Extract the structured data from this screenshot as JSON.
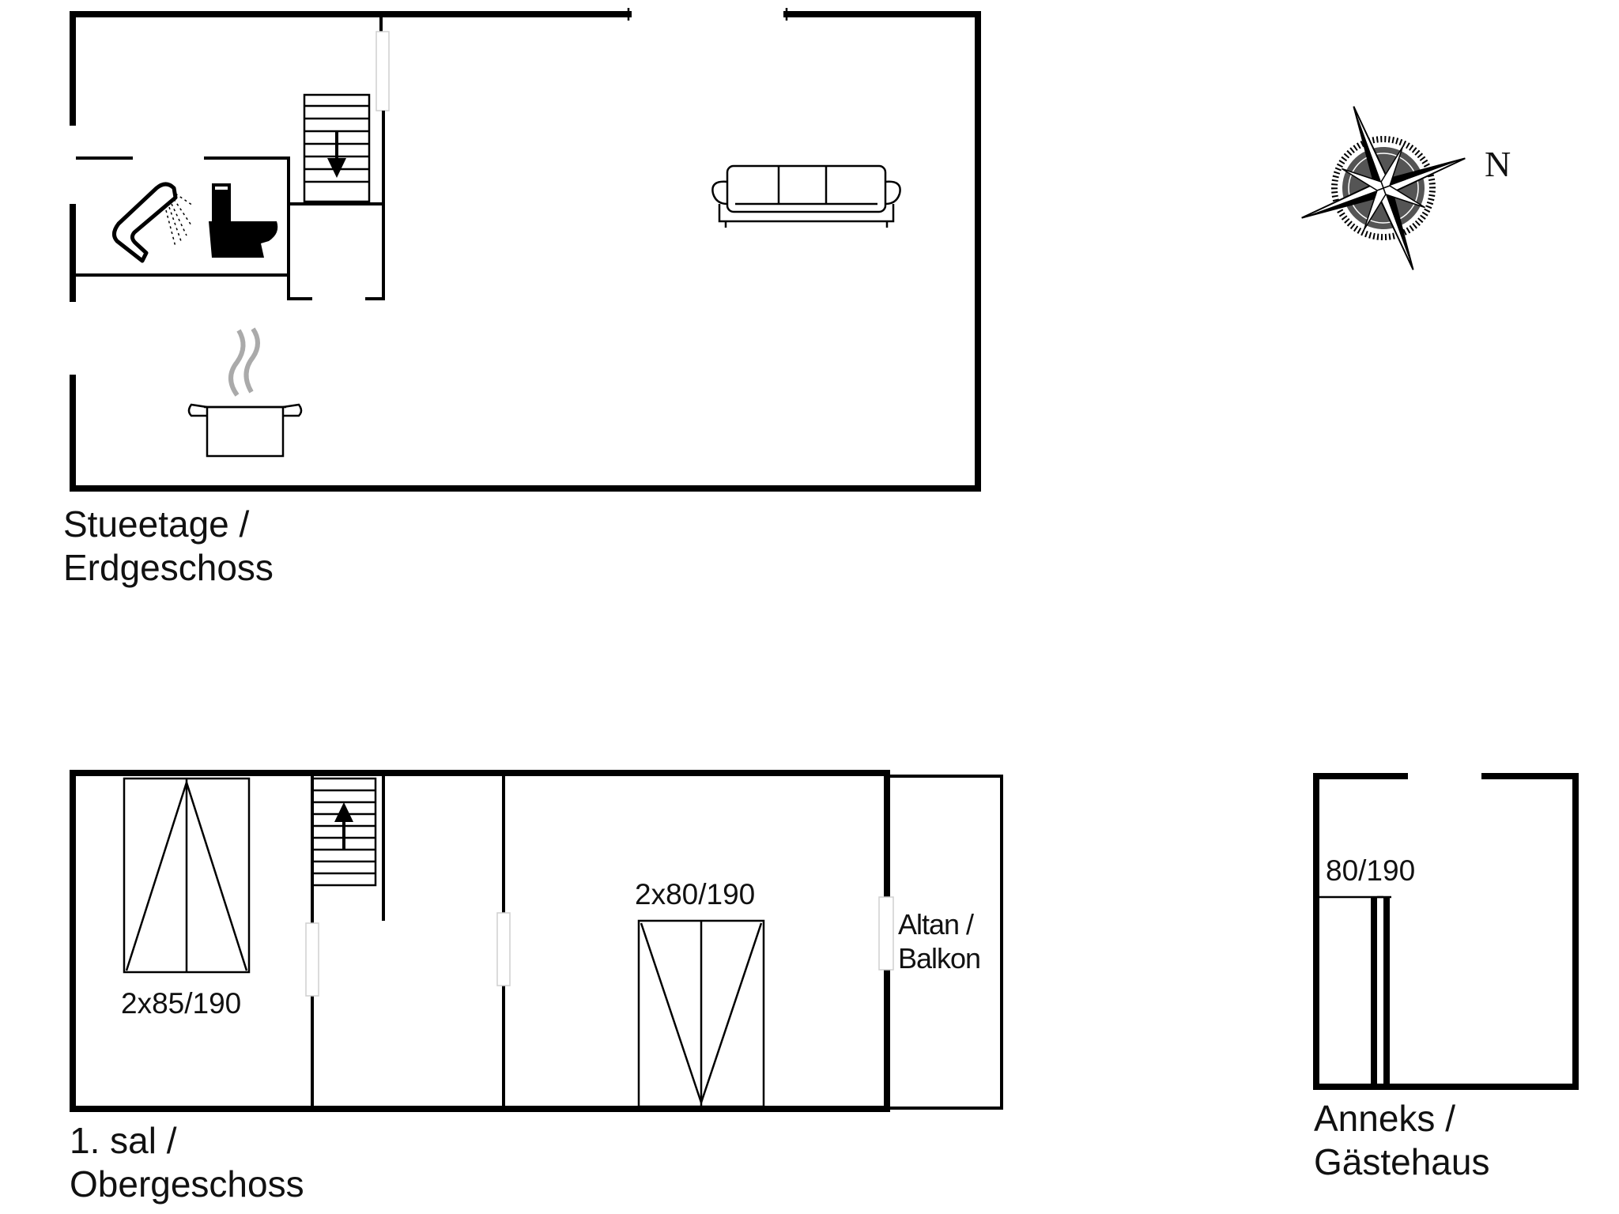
{
  "floors": {
    "ground": {
      "label_line1": "Stueetage /",
      "label_line2": "Erdgeschoss"
    },
    "upper": {
      "label_line1": "1. sal /",
      "label_line2": "Obergeschoss"
    },
    "annex": {
      "label_line1": "Anneks /",
      "label_line2": "Gästehaus"
    }
  },
  "beds": {
    "upper_left": "2x85/190",
    "upper_right": "2x80/190",
    "annex": "80/190"
  },
  "balcony": {
    "line1": "Altan /",
    "line2": "Balkon"
  },
  "compass": {
    "north_label": "N"
  },
  "icons": [
    "shower-icon",
    "toilet-icon",
    "stairs-down-icon",
    "sofa-icon",
    "cooking-pot-icon",
    "stairs-up-icon",
    "compass-rose-icon",
    "bed-icon"
  ]
}
